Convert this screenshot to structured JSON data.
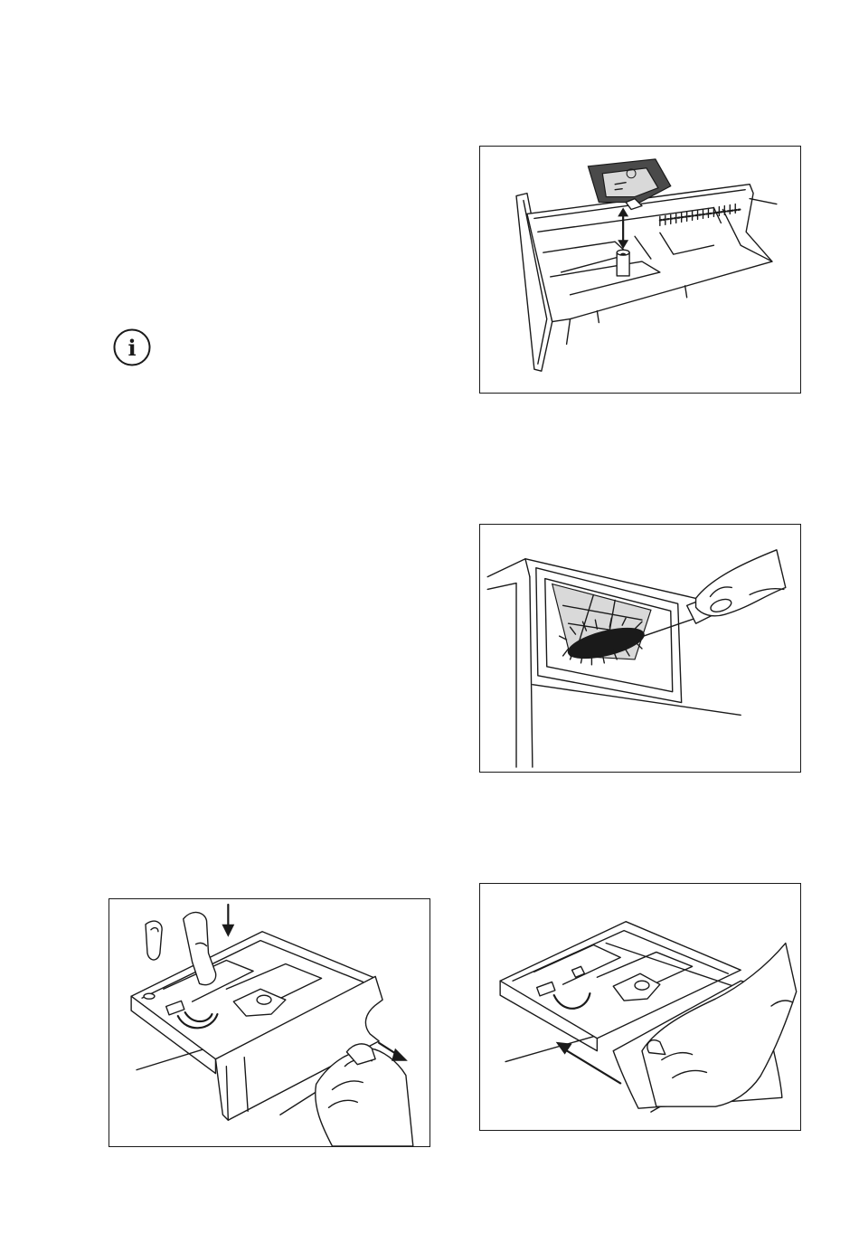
{
  "info_icon": {
    "icon": "info-icon",
    "glyph": "i"
  },
  "figures": [
    {
      "name": "remove-insert-from-dispenser",
      "icon": "arrow-up-down-icon"
    },
    {
      "name": "clean-dispenser-recess-with-brush",
      "icon": "brush-icon"
    },
    {
      "name": "press-release-lever-and-pull-dispenser",
      "icon": "arrow-down-icon"
    },
    {
      "name": "push-dispenser-back-in",
      "icon": "arrow-left-icon"
    }
  ]
}
